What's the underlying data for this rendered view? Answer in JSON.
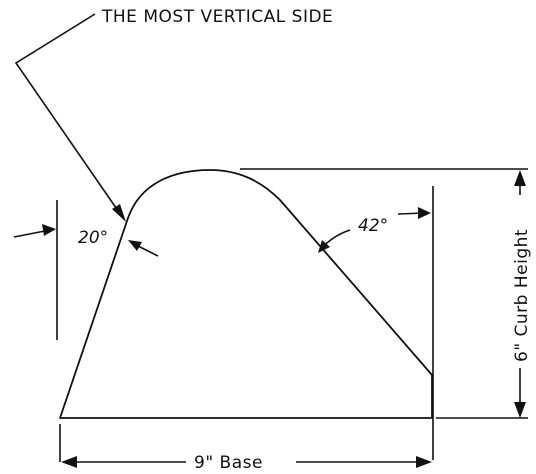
{
  "labels": {
    "leader_note": "THE MOST VERTICAL SIDE",
    "angle_left": "20°",
    "angle_right": "42°",
    "base_dimension": "9\" Base",
    "height_dimension": "6\" Curb Height"
  },
  "colors": {
    "line": "#111111",
    "background": "#ffffff"
  }
}
